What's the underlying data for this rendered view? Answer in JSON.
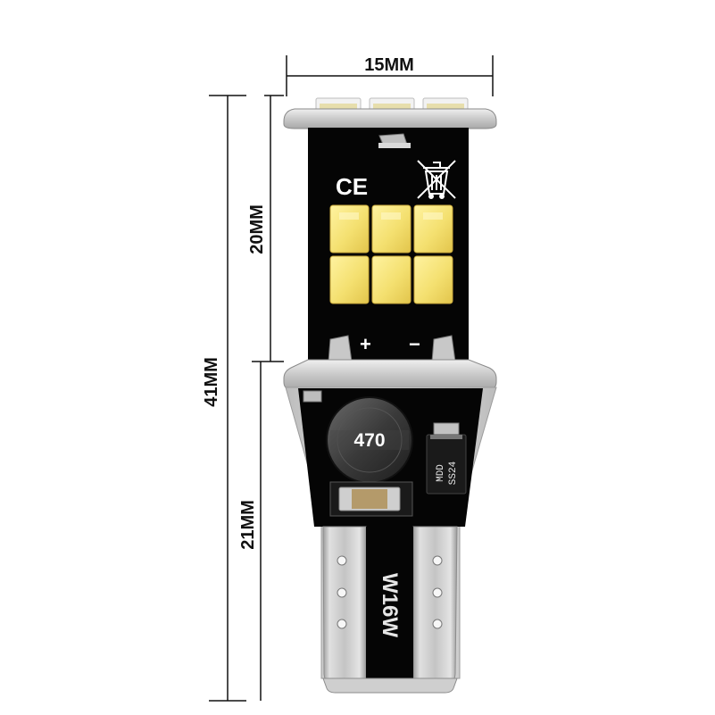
{
  "dimensions": {
    "width_label": "15MM",
    "total_height_label": "41MM",
    "upper_height_label": "20MM",
    "lower_height_label": "21MM"
  },
  "bulb": {
    "ce_mark": "CE",
    "weee_icon": "crossed-out-wheelie-bin-icon",
    "polarity_plus": "+",
    "polarity_minus": "−",
    "inductor_label": "470",
    "diode_line1": "MDD",
    "diode_line2": "SS24",
    "base_label": "W16W",
    "led_chip_count": 6,
    "colors": {
      "pcb": "#050505",
      "led": "#f6e272",
      "metal": "#c8c8c8",
      "dimension_line": "#111111"
    }
  }
}
